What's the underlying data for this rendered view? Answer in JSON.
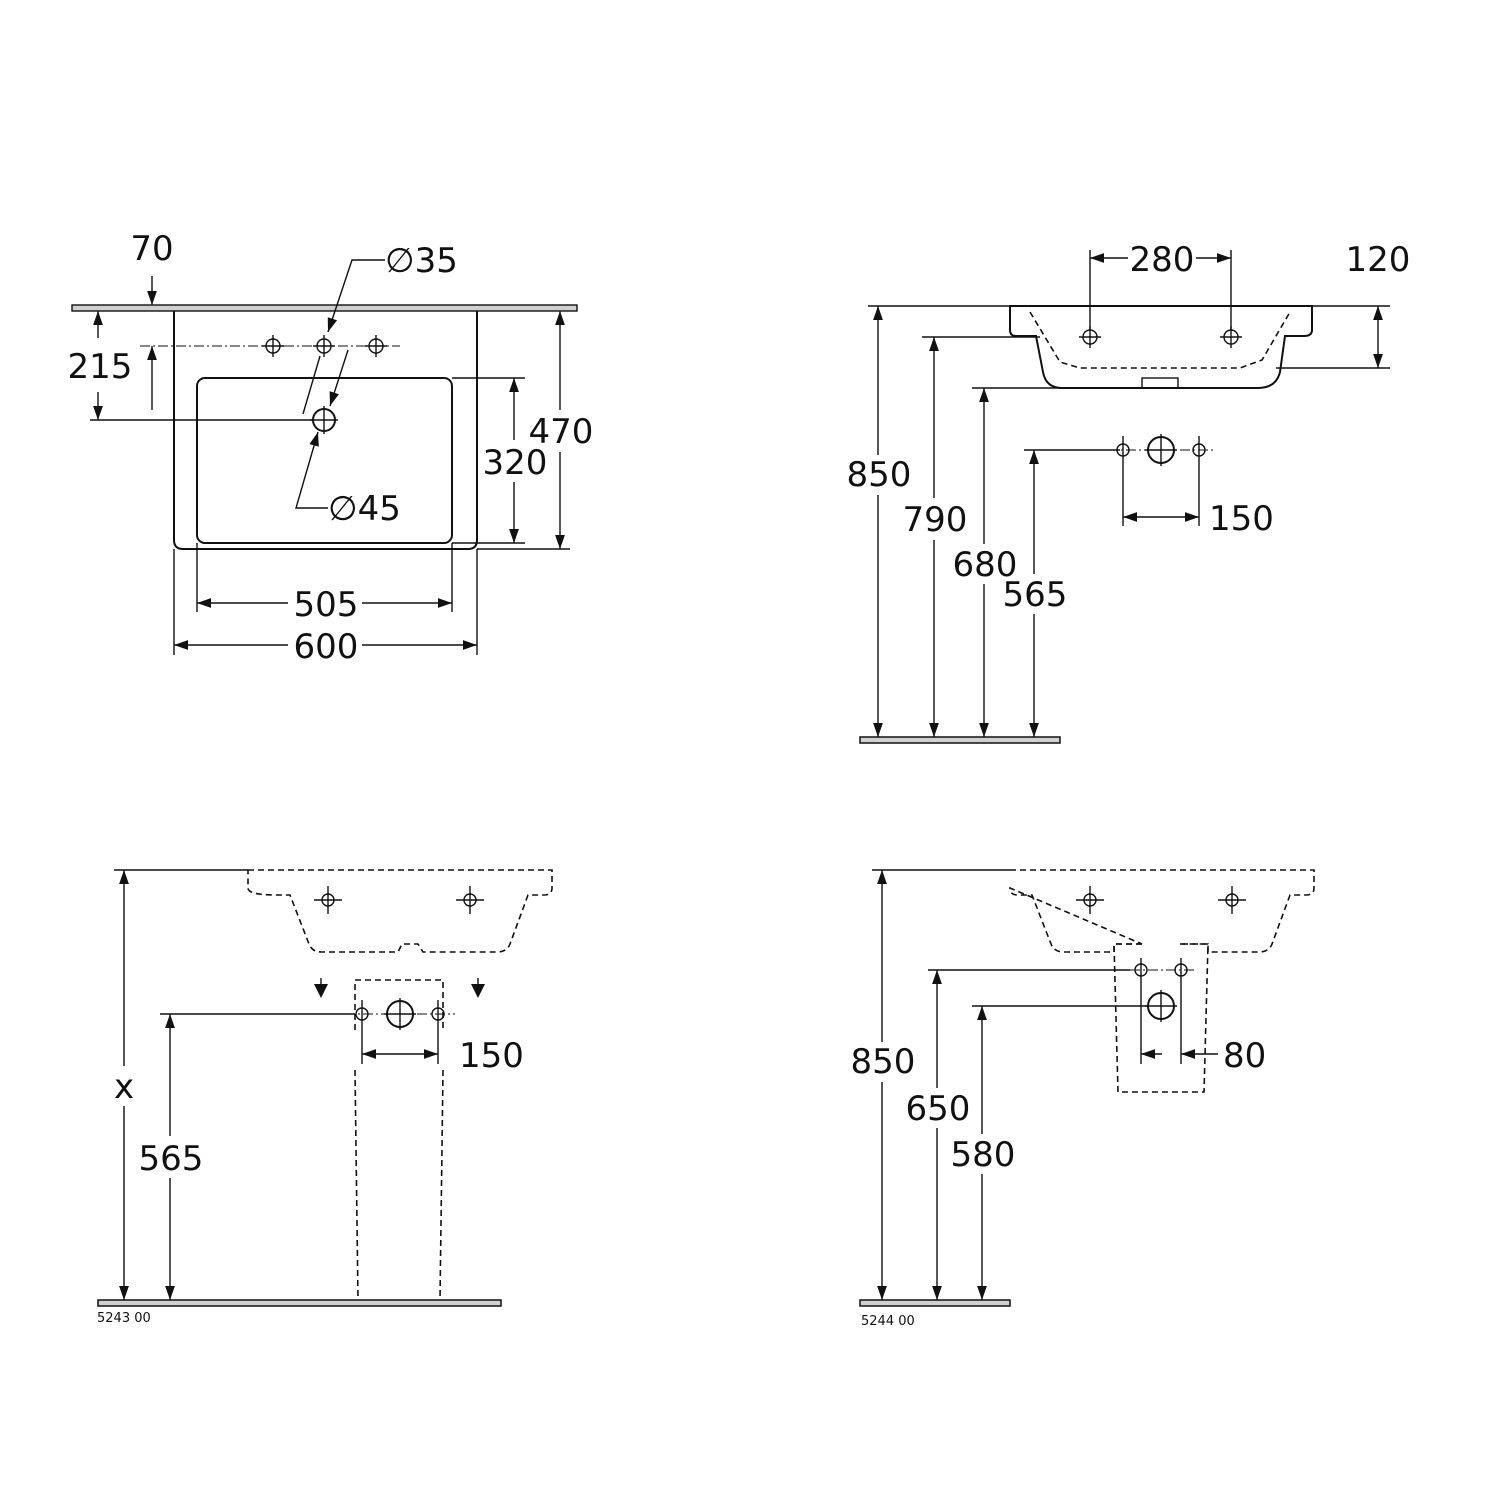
{
  "top_view": {
    "d70": "70",
    "dia35": "∅35",
    "d215": "215",
    "dia45": "∅45",
    "d320": "320",
    "d470": "470",
    "d505": "505",
    "d600": "600"
  },
  "side_view": {
    "d280": "280",
    "d120": "120",
    "d850": "850",
    "d790": "790",
    "d680": "680",
    "d565": "565",
    "d150": "150"
  },
  "pedestal_view": {
    "x": "x",
    "d565": "565",
    "d150": "150",
    "code": "5243 00"
  },
  "semi_pedestal_view": {
    "d850": "850",
    "d650": "650",
    "d580": "580",
    "d80": "80",
    "code": "5244 00"
  },
  "colors": {
    "line": "#111111",
    "floor": "#d0d0d0",
    "background": "#ffffff"
  }
}
